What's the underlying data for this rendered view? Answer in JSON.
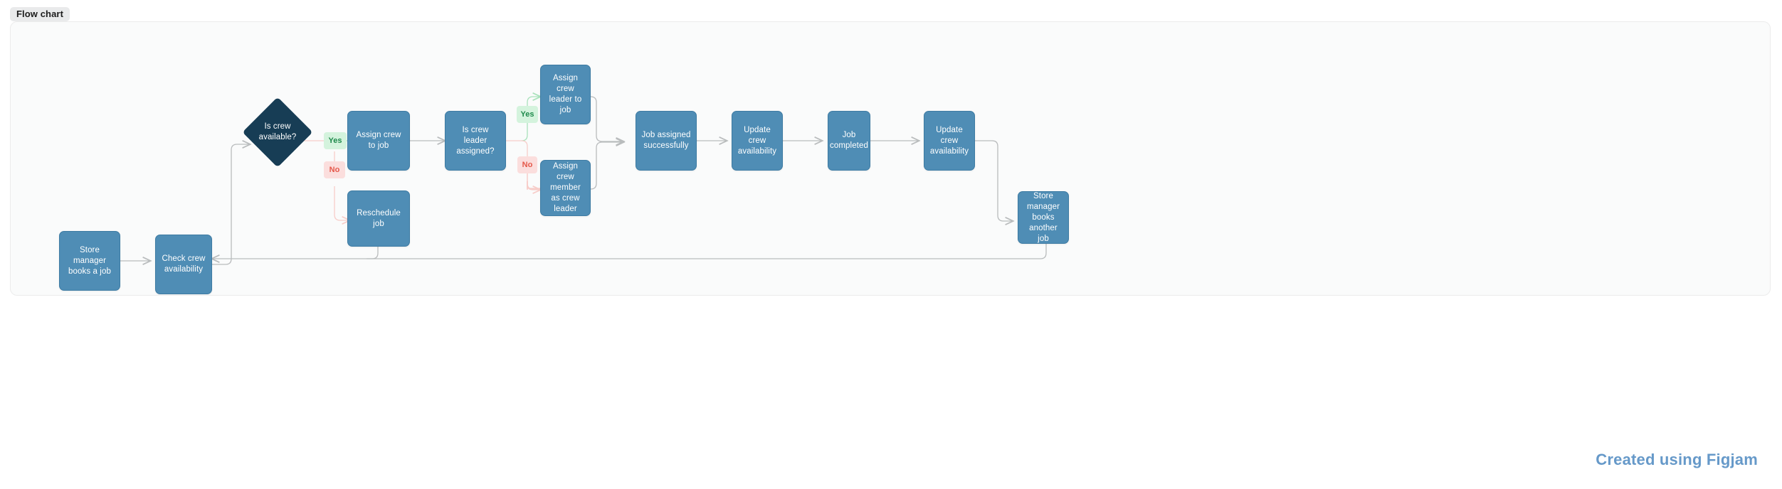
{
  "badge": {
    "label": "Flow chart"
  },
  "footer": {
    "text": "Created using Figjam"
  },
  "colors": {
    "page_background": "#ffffff",
    "canvas_background": "#fafbfb",
    "canvas_border": "#ececec",
    "process_node_fill": "#4f8db5",
    "process_node_border": "#3d7ba3",
    "decision_node_fill": "#173d55",
    "node_text": "#ffffff",
    "connector": "#b9bcbd",
    "connector_yes": "#a9e2bb",
    "connector_no": "#f7cdc9",
    "yes_label_bg": "#d4f3dd",
    "yes_label_text": "#1f8a4c",
    "no_label_bg": "#fbdedd",
    "no_label_text": "#e5584a",
    "badge_bg": "#e9eaeb",
    "badge_text": "#1c1c1c",
    "footer_text": "#6699c9"
  },
  "chart_data": {
    "type": "diagram",
    "title": "Flow chart",
    "nodes": [
      {
        "id": "store-manager-books-a-job",
        "label": "Store manager books a job",
        "shape": "rect"
      },
      {
        "id": "check-crew-availability",
        "label": "Check crew availability",
        "shape": "rect"
      },
      {
        "id": "is-crew-available",
        "label": "Is crew available?",
        "shape": "diamond"
      },
      {
        "id": "assign-crew-to-job",
        "label": "Assign crew to job",
        "shape": "rect"
      },
      {
        "id": "reschedule-job",
        "label": "Reschedule job",
        "shape": "rect"
      },
      {
        "id": "is-crew-leader-assigned",
        "label": "Is crew leader assigned?",
        "shape": "rect"
      },
      {
        "id": "assign-crew-leader-to-job",
        "label": "Assign crew leader to job",
        "shape": "rect"
      },
      {
        "id": "assign-crew-member-as-crew-leader",
        "label": "Assign crew member as crew leader",
        "shape": "rect"
      },
      {
        "id": "job-assigned-successfully",
        "label": "Job assigned successfully",
        "shape": "rect"
      },
      {
        "id": "update-crew-availability-1",
        "label": "Update crew availability",
        "shape": "rect"
      },
      {
        "id": "job-completed",
        "label": "Job completed",
        "shape": "rect"
      },
      {
        "id": "update-crew-availability-2",
        "label": "Update crew availability",
        "shape": "rect"
      },
      {
        "id": "store-manager-books-another-job",
        "label": "Store manager books another job",
        "shape": "rect"
      }
    ],
    "edges": [
      {
        "from": "store-manager-books-a-job",
        "to": "check-crew-availability",
        "label": ""
      },
      {
        "from": "check-crew-availability",
        "to": "is-crew-available",
        "label": ""
      },
      {
        "from": "is-crew-available",
        "to": "assign-crew-to-job",
        "label": "Yes"
      },
      {
        "from": "is-crew-available",
        "to": "reschedule-job",
        "label": "No"
      },
      {
        "from": "assign-crew-to-job",
        "to": "is-crew-leader-assigned",
        "label": ""
      },
      {
        "from": "is-crew-leader-assigned",
        "to": "assign-crew-leader-to-job",
        "label": "Yes"
      },
      {
        "from": "is-crew-leader-assigned",
        "to": "assign-crew-member-as-crew-leader",
        "label": "No"
      },
      {
        "from": "assign-crew-leader-to-job",
        "to": "job-assigned-successfully",
        "label": ""
      },
      {
        "from": "assign-crew-member-as-crew-leader",
        "to": "job-assigned-successfully",
        "label": ""
      },
      {
        "from": "job-assigned-successfully",
        "to": "update-crew-availability-1",
        "label": ""
      },
      {
        "from": "update-crew-availability-1",
        "to": "job-completed",
        "label": ""
      },
      {
        "from": "job-completed",
        "to": "update-crew-availability-2",
        "label": ""
      },
      {
        "from": "update-crew-availability-2",
        "to": "store-manager-books-another-job",
        "label": ""
      },
      {
        "from": "store-manager-books-another-job",
        "to": "check-crew-availability",
        "label": ""
      },
      {
        "from": "reschedule-job",
        "to": "check-crew-availability",
        "label": ""
      }
    ],
    "edge_labels": [
      {
        "id": "yes-crew-available",
        "text": "Yes"
      },
      {
        "id": "no-crew-available",
        "text": "No"
      },
      {
        "id": "yes-crew-leader",
        "text": "Yes"
      },
      {
        "id": "no-crew-leader",
        "text": "No"
      }
    ]
  }
}
